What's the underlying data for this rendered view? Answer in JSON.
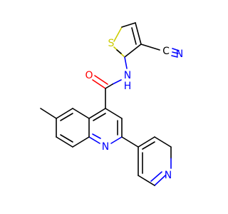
{
  "colors": {
    "carbon_bond": "#000000",
    "nitrogen": "#0000ff",
    "oxygen": "#ff0000",
    "sulfur": "#cccc00",
    "background": "#ffffff"
  },
  "atoms": {
    "S": {
      "text": "S",
      "color": "#cccc00"
    },
    "N_nitrile": {
      "text": "N",
      "color": "#0000ff"
    },
    "C_nitrile": {
      "text": "C",
      "color": "#000000"
    },
    "O_amide": {
      "text": "O",
      "color": "#ff0000"
    },
    "N_amide": {
      "text": "N",
      "color": "#0000ff"
    },
    "H_amide": {
      "text": "H",
      "color": "#0000ff"
    },
    "N_quinoline": {
      "text": "N",
      "color": "#0000ff"
    },
    "N_pyridine": {
      "text": "N",
      "color": "#0000ff"
    }
  }
}
